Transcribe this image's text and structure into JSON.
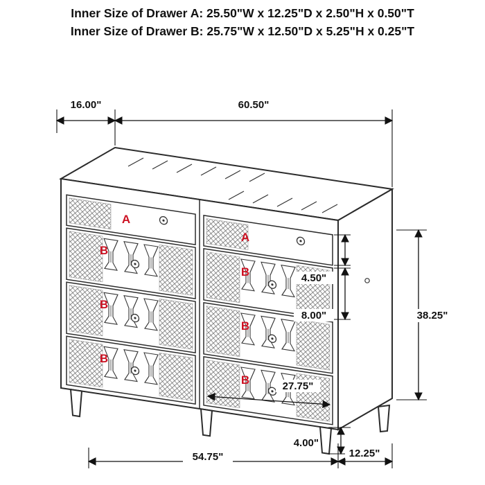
{
  "header": {
    "line_a": "Inner Size of Drawer A: 25.50\"W x 12.25\"D x 2.50\"H x 0.50\"T",
    "line_b": "Inner Size of Drawer B: 25.75\"W x 12.50\"D x 5.25\"H x 0.25\"T"
  },
  "dimensions": {
    "top_depth": "16.00\"",
    "top_width": "60.50\"",
    "overall_height": "38.25\"",
    "drawer_a_front_height": "4.50\"",
    "drawer_b_front_height": "8.00\"",
    "drawer_front_width": "27.75\"",
    "leg_height": "4.00\"",
    "base_width": "54.75\"",
    "base_depth": "12.25\""
  },
  "drawer_labels": {
    "a": "A",
    "b": "B"
  },
  "colors": {
    "label_red": "#cc1122",
    "line_black": "#2b2b2b",
    "background": "#ffffff"
  }
}
